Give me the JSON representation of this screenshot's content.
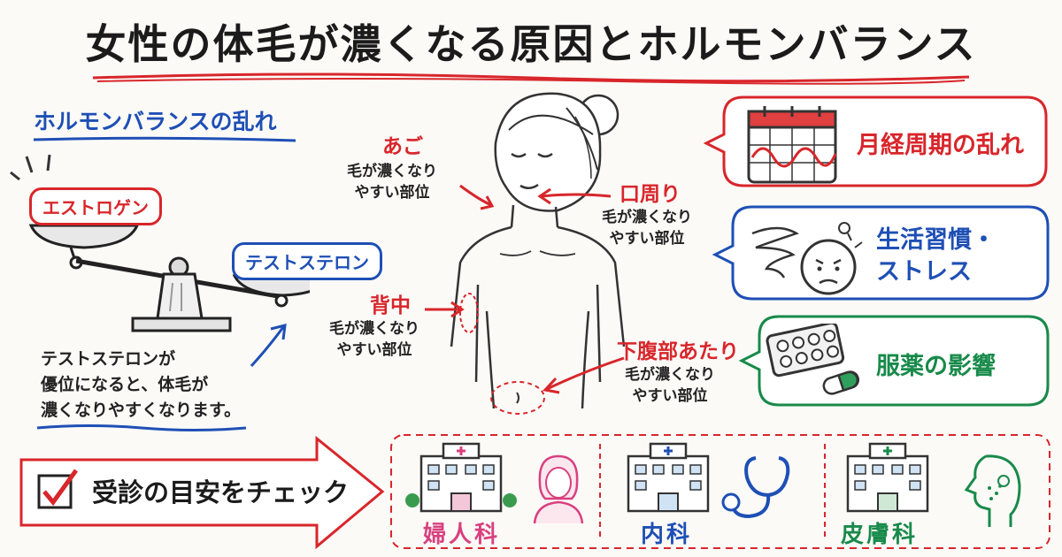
{
  "title": "女性の体毛が濃くなる原因とホルモンバランス",
  "hormone_section": {
    "title": "ホルモンバランスの乱れ",
    "estrogen": "エストロゲン",
    "testosterone": "テストステロン",
    "note_lines": [
      "テストステロンが",
      "優位になると、体毛が",
      "濃くなりやすくなります。"
    ]
  },
  "body_regions": [
    {
      "name": "あご",
      "desc_lines": [
        "毛が濃くなり",
        "やすい部位"
      ]
    },
    {
      "name": "口周り",
      "desc_lines": [
        "毛が濃くなり",
        "やすい部位"
      ]
    },
    {
      "name": "背中",
      "desc_lines": [
        "毛が濃くなり",
        "やすい部位"
      ]
    },
    {
      "name": "下腹部あたり",
      "desc_lines": [
        "毛が濃くなり",
        "やすい部位"
      ]
    }
  ],
  "causes": [
    {
      "label": "月経周期の乱れ",
      "color": "#d8262b",
      "icon": "calendar-icon"
    },
    {
      "label_lines": [
        "生活習慣・",
        "ストレス"
      ],
      "color": "#1e4fb5",
      "icon": "stress-face-icon"
    },
    {
      "label": "服薬の影響",
      "color": "#188a4a",
      "icon": "pill-pack-icon"
    }
  ],
  "checkup": {
    "title": "受診の目安をチェック",
    "departments": [
      {
        "label": "婦人科",
        "color": "#d9407f",
        "icon": "hospital-icon"
      },
      {
        "label": "内科",
        "color": "#1e4fb5",
        "icon": "stethoscope-icon"
      },
      {
        "label": "皮膚科",
        "color": "#188a4a",
        "icon": "skin-face-icon"
      }
    ]
  },
  "colors": {
    "red": "#d8262b",
    "blue": "#1e4fb5",
    "green": "#188a4a",
    "pink": "#d9407f"
  }
}
